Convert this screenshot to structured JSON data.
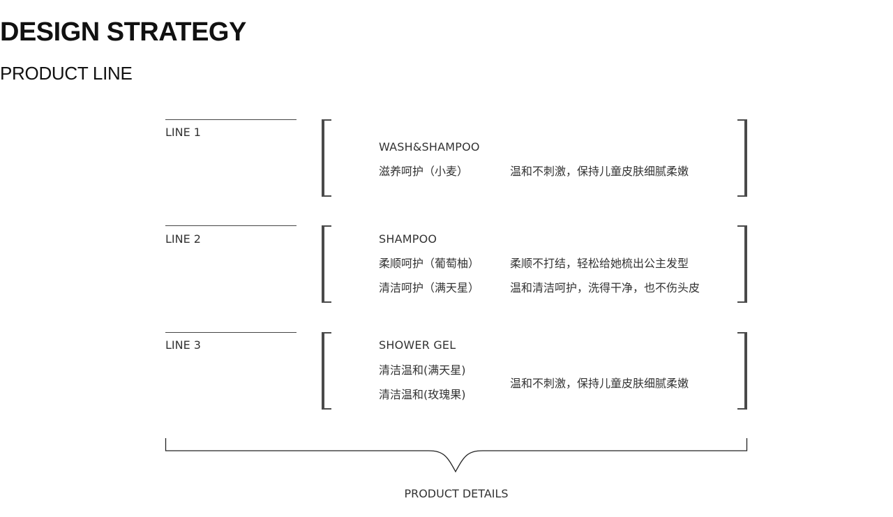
{
  "header": {
    "title": "DESIGN STRATEGY",
    "subtitle": "PRODUCT LINE"
  },
  "lines": [
    {
      "label": "LINE 1",
      "category": "WASH&SHAMPOO",
      "products": [
        {
          "name": "滋养呵护（小麦）",
          "description": "温和不刺激，保持儿童皮肤细腻柔嫩"
        }
      ]
    },
    {
      "label": "LINE 2",
      "category": "SHAMPOO",
      "products": [
        {
          "name": "柔顺呵护（葡萄柚）",
          "description": "柔顺不打结，轻松给她梳出公主发型"
        },
        {
          "name": "清洁呵护（满天星）",
          "description": "温和清洁呵护，洗得干净，也不伤头皮"
        }
      ]
    },
    {
      "label": "LINE 3",
      "category": "SHOWER GEL",
      "products": [
        {
          "name": "清洁温和(满天星)"
        },
        {
          "name": "清洁温和(玫瑰果)"
        }
      ],
      "shared_description": "温和不刺激，保持儿童皮肤细腻柔嫩"
    }
  ],
  "footer": {
    "label": "PRODUCT DETAILS"
  },
  "colors": {
    "bracket": "#4a4a4a",
    "text": "#333333",
    "title": "#111111"
  }
}
